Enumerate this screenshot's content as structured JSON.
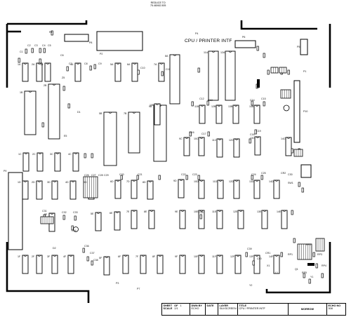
{
  "title": "CPU / PRINTER INTF",
  "reduce_note": [
    "REDUCE TO",
    "75.48X82.505"
  ],
  "title_block": {
    "sheet_label": "SHEET",
    "of_label": "OF",
    "sheet_value": "1",
    "scale_label": "SCALE",
    "scale_value": "2/1",
    "drawn_by_label": "DWN BY",
    "drawn_by_value": "ECHO",
    "date_label": "DATE",
    "layer_label": "LAYER",
    "layer_value": "SILKSCREEN",
    "title_label": "TITLE",
    "title_value": "CPU / PRINTER INTF",
    "company": "MORROW",
    "echo_no_label": "ECHO NO",
    "echo_no_value": "308"
  },
  "connector_labels": {
    "p1": "P1",
    "p2": "P2",
    "p3": "P3",
    "p4": "P4",
    "p5": "P5",
    "p6": "P6",
    "p7": "P7",
    "p8": "P8",
    "p9": "P9",
    "p10": "P10"
  },
  "chips": [
    {
      "ref": "1A",
      "kind": "small"
    },
    {
      "ref": "2A",
      "kind": "small"
    },
    {
      "ref": "3A",
      "kind": "small"
    },
    {
      "ref": "4A",
      "kind": "small"
    },
    {
      "ref": "5A",
      "kind": "small"
    },
    {
      "ref": "6A",
      "kind": "small"
    },
    {
      "ref": "7A",
      "kind": "small"
    },
    {
      "ref": "8A",
      "kind": "large"
    },
    {
      "ref": "11A",
      "kind": "large"
    },
    {
      "ref": "12A",
      "kind": "large"
    },
    {
      "ref": "1B",
      "kind": "large"
    },
    {
      "ref": "2B",
      "kind": "large"
    },
    {
      "ref": "5B",
      "kind": "large"
    },
    {
      "ref": "7B",
      "kind": "large"
    },
    {
      "ref": "9B",
      "kind": "large"
    },
    {
      "ref": "11B",
      "kind": "small"
    },
    {
      "ref": "12B",
      "kind": "small"
    },
    {
      "ref": "13B",
      "kind": "small"
    },
    {
      "ref": "14B",
      "kind": "small"
    },
    {
      "ref": "10B",
      "kind": "small"
    },
    {
      "ref": "1C",
      "kind": "small"
    },
    {
      "ref": "2C",
      "kind": "small"
    },
    {
      "ref": "3C",
      "kind": "small"
    },
    {
      "ref": "4C",
      "kind": "small"
    },
    {
      "ref": "9C",
      "kind": "small"
    },
    {
      "ref": "10C",
      "kind": "small"
    },
    {
      "ref": "11C",
      "kind": "small"
    },
    {
      "ref": "12C",
      "kind": "small"
    },
    {
      "ref": "13C",
      "kind": "small"
    },
    {
      "ref": "14C",
      "kind": "small"
    },
    {
      "ref": "1D",
      "kind": "small"
    },
    {
      "ref": "2D",
      "kind": "small"
    },
    {
      "ref": "3D",
      "kind": "small"
    },
    {
      "ref": "4D",
      "kind": "small"
    },
    {
      "ref": "5D",
      "kind": "small"
    },
    {
      "ref": "6D",
      "kind": "small"
    },
    {
      "ref": "7D",
      "kind": "small"
    },
    {
      "ref": "8D",
      "kind": "small"
    },
    {
      "ref": "9D",
      "kind": "small"
    },
    {
      "ref": "10D",
      "kind": "small"
    },
    {
      "ref": "11D",
      "kind": "small"
    },
    {
      "ref": "12D",
      "kind": "small"
    },
    {
      "ref": "13D",
      "kind": "small"
    },
    {
      "ref": "14D",
      "kind": "small"
    },
    {
      "ref": "3E",
      "kind": "small"
    },
    {
      "ref": "5E",
      "kind": "small"
    },
    {
      "ref": "6E",
      "kind": "small"
    },
    {
      "ref": "7E",
      "kind": "small"
    },
    {
      "ref": "8E",
      "kind": "small"
    },
    {
      "ref": "9E",
      "kind": "small"
    },
    {
      "ref": "10E",
      "kind": "small"
    },
    {
      "ref": "11E",
      "kind": "small"
    },
    {
      "ref": "12E",
      "kind": "small"
    },
    {
      "ref": "13E",
      "kind": "small"
    },
    {
      "ref": "14E",
      "kind": "small"
    },
    {
      "ref": "1F",
      "kind": "small"
    },
    {
      "ref": "2F",
      "kind": "small"
    },
    {
      "ref": "3F",
      "kind": "small"
    },
    {
      "ref": "4F",
      "kind": "small"
    },
    {
      "ref": "5F",
      "kind": "small"
    },
    {
      "ref": "6F",
      "kind": "small"
    },
    {
      "ref": "7F",
      "kind": "small"
    },
    {
      "ref": "8F",
      "kind": "small"
    },
    {
      "ref": "9F",
      "kind": "small"
    },
    {
      "ref": "10F",
      "kind": "small"
    },
    {
      "ref": "11F",
      "kind": "small"
    },
    {
      "ref": "12F",
      "kind": "small"
    },
    {
      "ref": "13F",
      "kind": "small"
    },
    {
      "ref": "14F",
      "kind": "small"
    }
  ],
  "misc_labels": [
    "R1",
    "C1",
    "C2",
    "C3",
    "C4",
    "C5",
    "C6",
    "C7",
    "C8",
    "C9",
    "C10",
    "C11",
    "C12",
    "C13",
    "C14",
    "C15",
    "C16",
    "C17",
    "C18",
    "C19",
    "C20",
    "C21",
    "C22",
    "C23",
    "C24",
    "C25",
    "C26",
    "C27",
    "C28",
    "C29",
    "C30",
    "C31",
    "C32",
    "C33",
    "C34",
    "C35",
    "C36",
    "C37",
    "C38",
    "C39",
    "C40",
    "RP1",
    "RP2",
    "RP3",
    "RP4",
    "RP5",
    "Y1",
    "Y2",
    "Q1",
    "L1",
    "X1",
    "Z5",
    "E5",
    "D1",
    "D2",
    "CR1",
    "CR2",
    "SW1"
  ]
}
